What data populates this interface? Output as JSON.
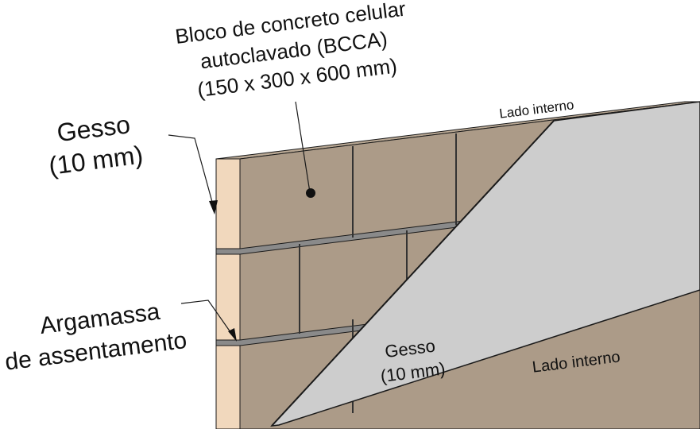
{
  "labels": {
    "block": [
      "Bloco de concreto celular",
      "autoclavado (BCCA)",
      "(150 x 300 x 600 mm)"
    ],
    "plaster_left": [
      "Gesso",
      "(10 mm)"
    ],
    "mortar": [
      "Argamassa",
      "de assentamento"
    ],
    "plaster_face": [
      "Gesso",
      "(10 mm)"
    ],
    "inner_side_top": "Lado interno",
    "inner_side_bottom": "Lado interno"
  },
  "colors": {
    "block_face": "#ac9b88",
    "block_top": "#b9a894",
    "mortar_joint": "#8a8a8a",
    "plaster_edge": "#f1d8bd",
    "plaster_face": "#cdcdcd",
    "line": "#1a1a1a"
  }
}
